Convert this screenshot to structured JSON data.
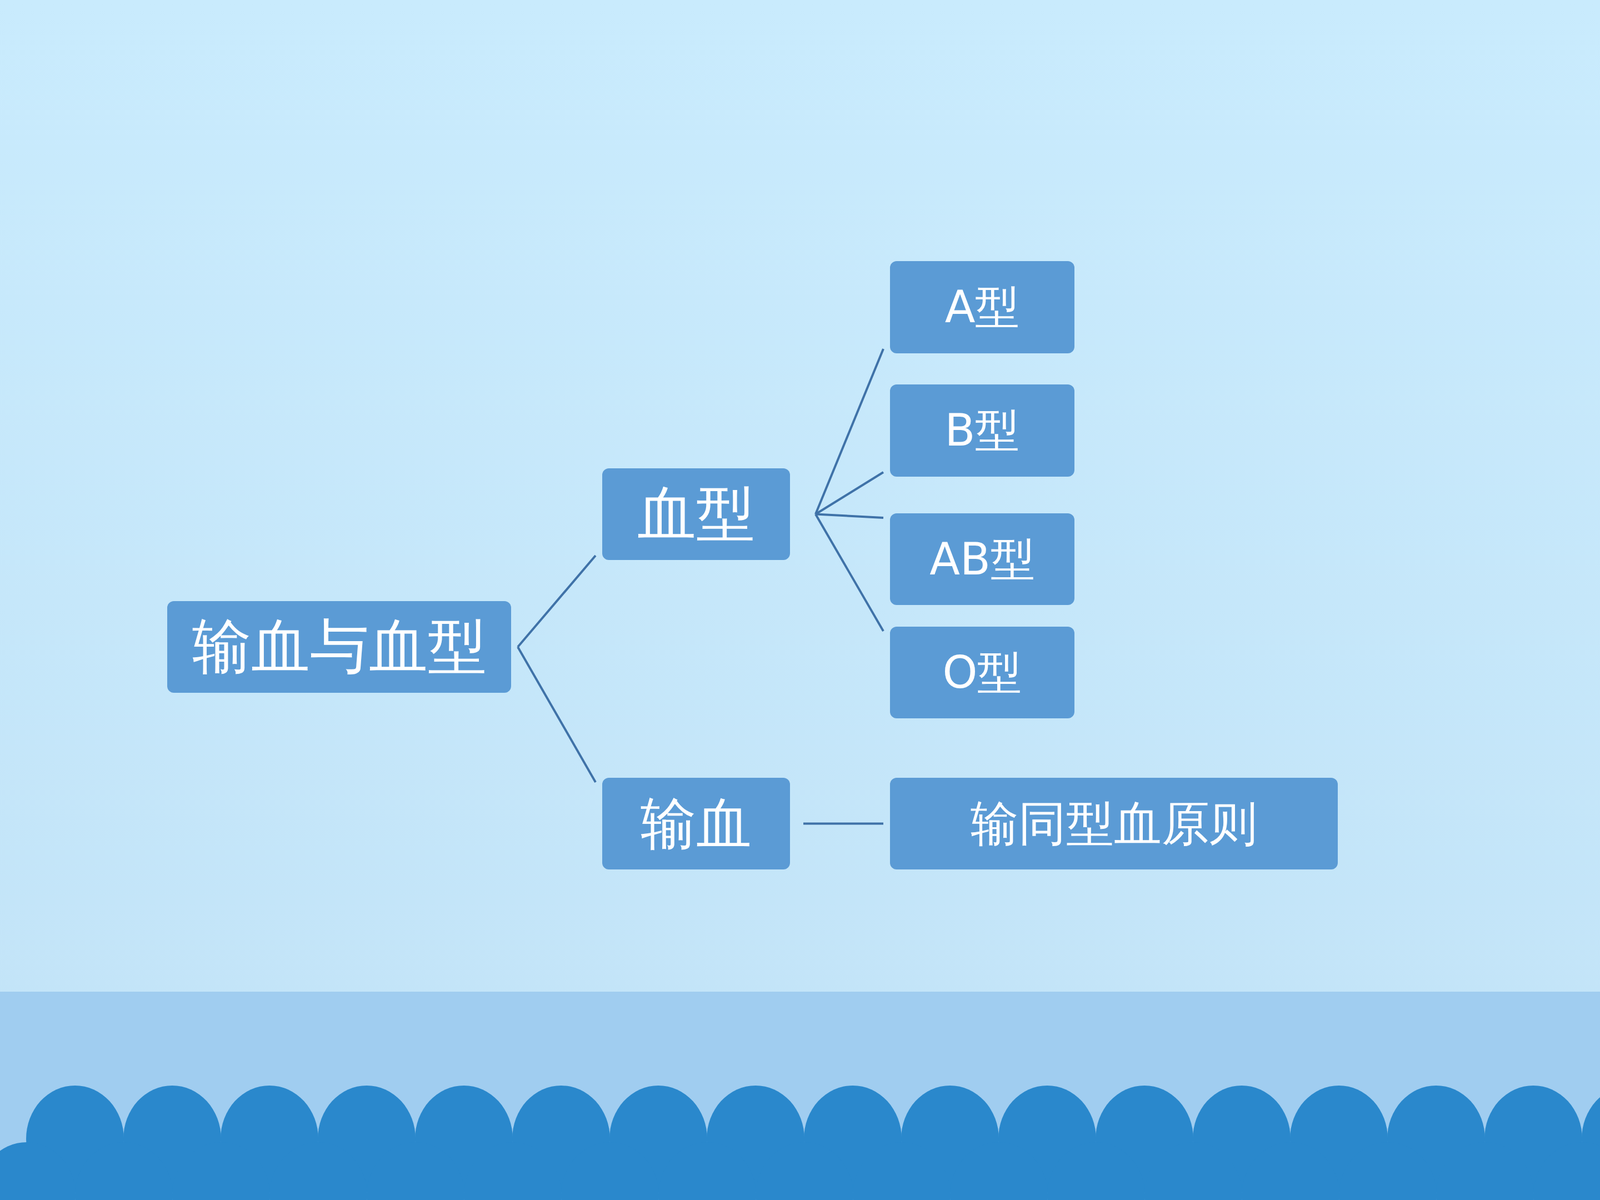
{
  "diagram": {
    "nodes": [
      {
        "text": [
          "输血与血型"
        ]
      },
      {
        "text": [
          "血型"
        ]
      },
      {
        "text": [
          "A型"
        ]
      },
      {
        "text": [
          "B型"
        ]
      },
      {
        "text": [
          "AB型"
        ]
      },
      {
        "text": [
          "O型"
        ]
      },
      {
        "text": [
          "输血"
        ]
      },
      {
        "text": [
          "输同型血原则"
        ]
      }
    ],
    "edges": [
      {
        "from": 0,
        "to": 1,
        "arrow": "none"
      },
      {
        "from": 0,
        "to": 6,
        "arrow": "none"
      },
      {
        "from": 1,
        "to": 2,
        "arrow": "none"
      },
      {
        "from": 1,
        "to": 3,
        "arrow": "none"
      },
      {
        "from": 1,
        "to": 4,
        "arrow": "none"
      },
      {
        "from": 1,
        "to": 5,
        "arrow": "none"
      },
      {
        "from": 6,
        "to": 7,
        "arrow": "none"
      }
    ]
  }
}
